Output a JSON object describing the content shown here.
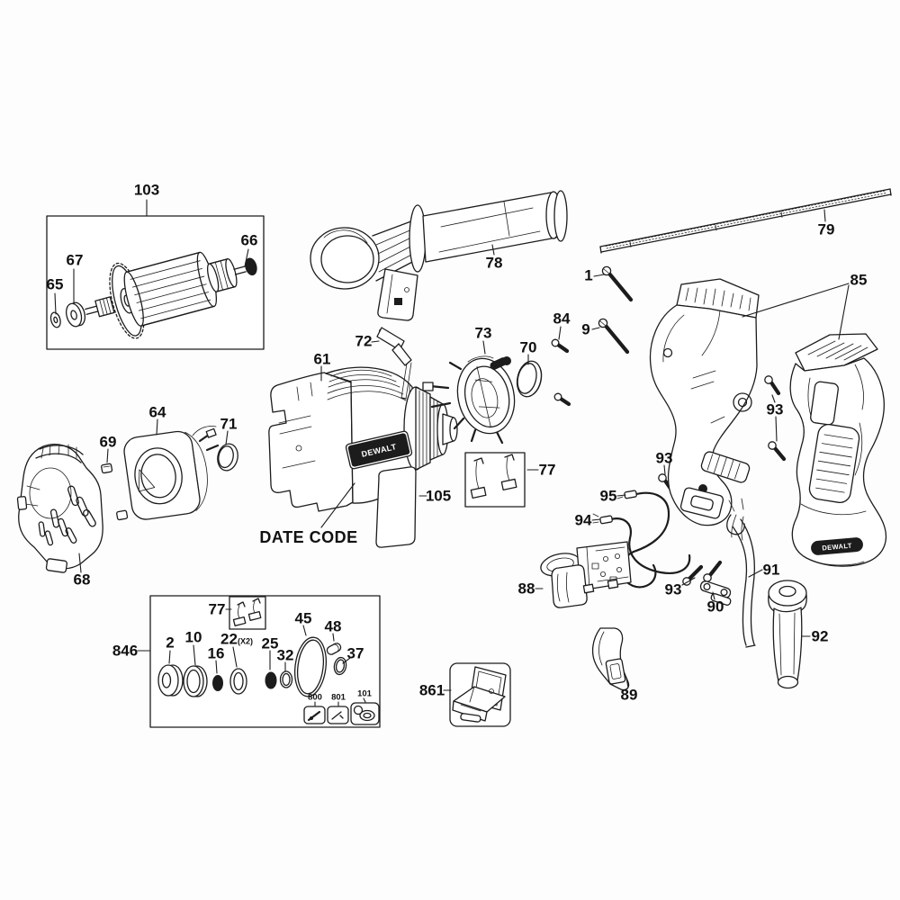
{
  "brand": "DEWALT",
  "date_code": "DATE CODE",
  "labels": {
    "l103": "103",
    "l66": "66",
    "l67": "67",
    "l65": "65",
    "l78": "78",
    "l79": "79",
    "l1": "1",
    "l85": "85",
    "l84": "84",
    "l9": "9",
    "l72": "72",
    "l73": "73",
    "l70": "70",
    "l61": "61",
    "l64": "64",
    "l71": "71",
    "l69": "69",
    "l93a": "93",
    "l93b": "93",
    "l77a": "77",
    "l105": "105",
    "l95": "95",
    "l94": "94",
    "l68": "68",
    "l88": "88",
    "l93c": "93",
    "l90": "90",
    "l91": "91",
    "l846": "846",
    "l77b": "77",
    "l2": "2",
    "l10": "10",
    "l22": "22",
    "l22qty": "(X2)",
    "l16": "16",
    "l25": "25",
    "l32": "32",
    "l45": "45",
    "l48": "48",
    "l37": "37",
    "l800": "800",
    "l801": "801",
    "l101": "101",
    "l861": "861",
    "l92": "92",
    "l89": "89"
  }
}
